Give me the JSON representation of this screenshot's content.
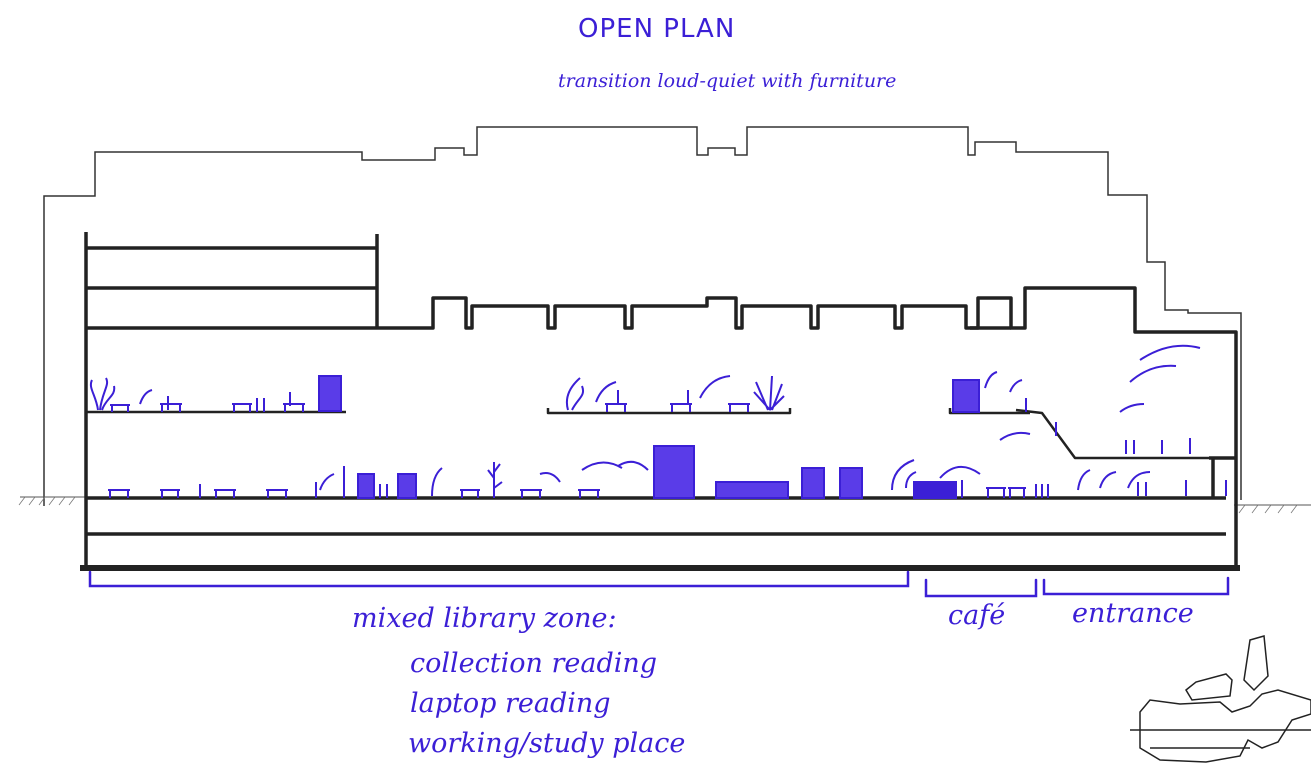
{
  "title": "OPEN PLAN",
  "subtitle": "transition loud-quiet with furniture",
  "zones": {
    "main": {
      "title": "mixed library zone:",
      "items": [
        "collection reading",
        "laptop reading",
        "working/study place"
      ]
    },
    "cafe": "café",
    "entrance": "entrance"
  },
  "colors": {
    "annotation": "#3b1fd6",
    "structure": "#222222",
    "outline": "#333333"
  }
}
